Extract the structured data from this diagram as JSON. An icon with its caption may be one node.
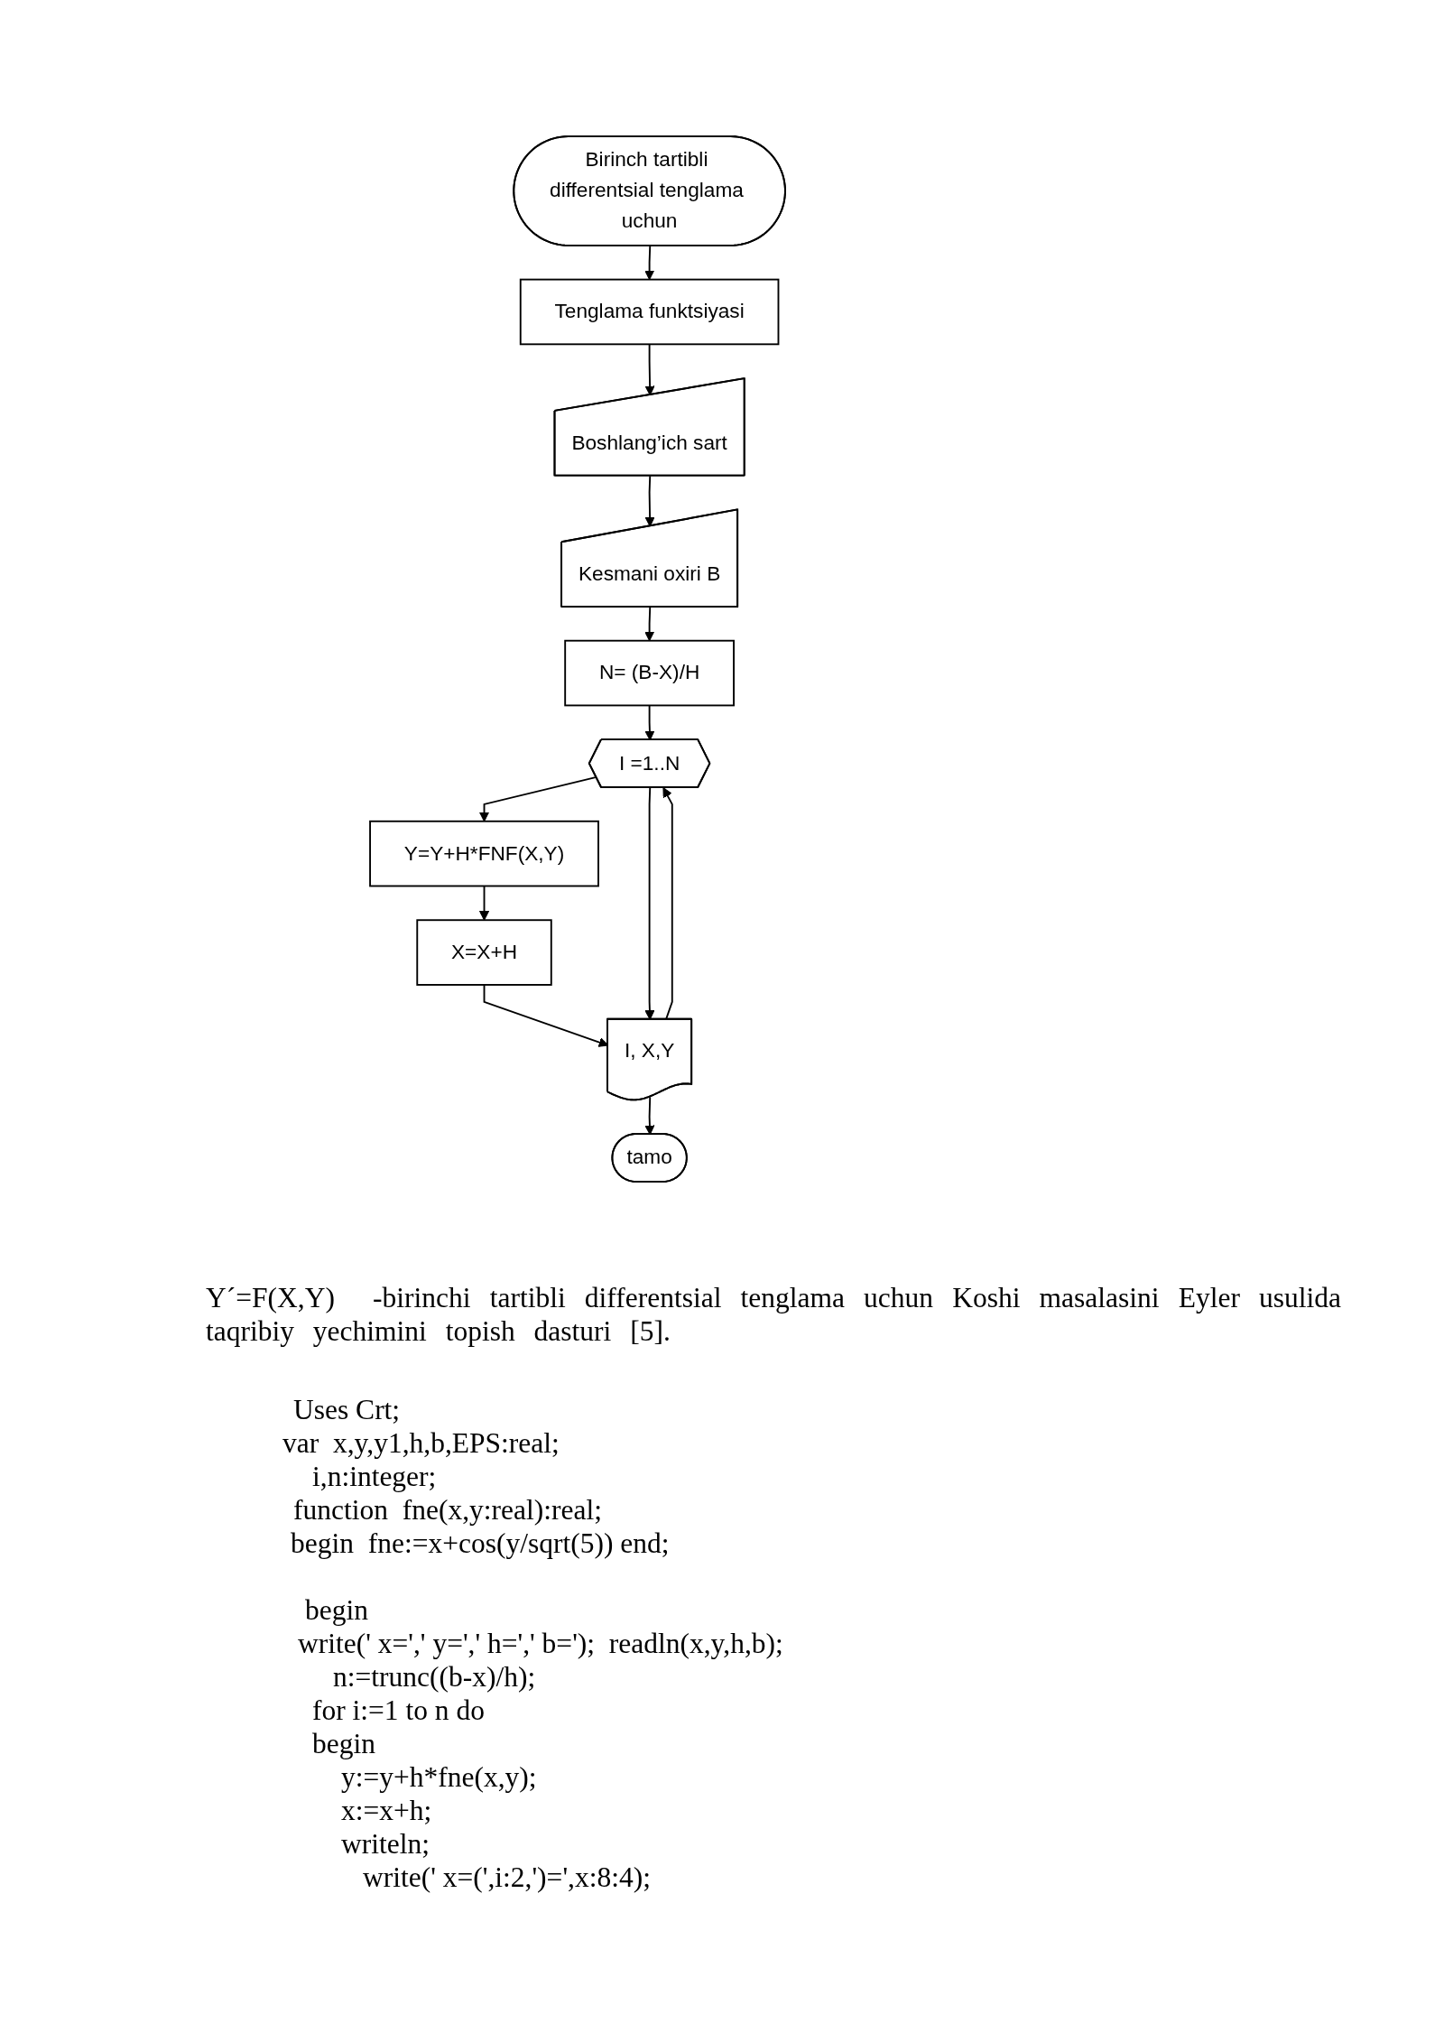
{
  "diagram": {
    "nodes": [
      {
        "text": [
          "Birinch tartibli differentsial tenglama uchun"
        ]
      },
      {
        "text": [
          "Tenglama funktsiyasi"
        ]
      },
      {
        "text": [
          "Boshlang’ich sart"
        ]
      },
      {
        "text": [
          "Kesmani oxiri B"
        ]
      },
      {
        "text": [
          "N= (B-X)/H"
        ]
      },
      {
        "text": [
          "I =1..N"
        ]
      },
      {
        "text": [
          "Y=Y+H*FNF(X,Y)"
        ]
      },
      {
        "text": [
          "X=X+H"
        ]
      },
      {
        "text": [
          "I, X,Y"
        ]
      },
      {
        "text": [
          "tamo"
        ]
      }
    ],
    "edges": [
      {
        "from": 0,
        "to": 1,
        "arrow": "to"
      },
      {
        "from": 1,
        "to": 2,
        "arrow": "to"
      },
      {
        "from": 2,
        "to": 3,
        "arrow": "to"
      },
      {
        "from": 3,
        "to": 4,
        "arrow": "to"
      },
      {
        "from": 4,
        "to": 5,
        "arrow": "to"
      },
      {
        "from": 5,
        "to": 6,
        "arrow": "to"
      },
      {
        "from": 6,
        "to": 7,
        "arrow": "to"
      },
      {
        "from": 7,
        "to": 8,
        "arrow": "to"
      },
      {
        "from": 5,
        "to": 8,
        "arrow": "to"
      },
      {
        "from": 8,
        "to": 5,
        "arrow": "to"
      },
      {
        "from": 8,
        "to": 9,
        "arrow": "to"
      }
    ],
    "labels": [
      "Y´=F(X,Y)  -birinchi tartibli differentsial tenglama uchun Koshi masalasini Eyler usulida taqribiy yechimini topish dasturi [5].",
      "Uses Crt;",
      "var  x,y,y1,h,b,EPS:real;",
      "i,n:integer;",
      "function  fne(x,y:real):real;",
      "begin  fne:=x+cos(y/sqrt(5)) end;",
      "begin",
      "write(' x=',' y=',' h=',' b=');  readln(x,y,h,b);",
      "n:=trunc((b-x)/h);",
      "for i:=1 to n do",
      "begin",
      "y:=y+h*fne(x,y);",
      "x:=x+h;",
      "writeln;",
      "write(' x=(',i:2,')=',x:8:4);"
    ]
  }
}
